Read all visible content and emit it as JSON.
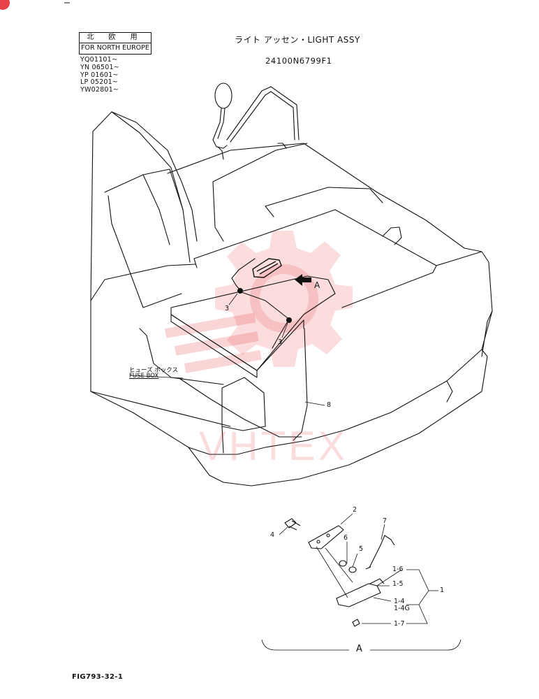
{
  "header": {
    "region_jp": "北 欧 用",
    "region_en": "FOR NORTH EUROPE",
    "serials": [
      "YQ01101~",
      "YN 06501~",
      "YP 01601~",
      "LP 05201~",
      "YW02801~"
    ],
    "title": "ライト アッセン・LIGHT ASSY",
    "part_number": "24100N6799F1"
  },
  "view_a_arrow_label": "A",
  "fuse_box_jp": "ヒューズ ボックス",
  "fuse_box_en": "FUSE BOX",
  "callouts_main": [
    "3",
    "3",
    "8"
  ],
  "detail": {
    "callouts": [
      "2",
      "4",
      "6",
      "5",
      "7",
      "1-6",
      "1-5",
      "1",
      "1-4",
      "1-4G",
      "1-7"
    ],
    "view_label": "A"
  },
  "footer": {
    "figure_id": "FIG793-32-1"
  },
  "watermark": {
    "text": "VHTEX",
    "color": "#e8434a"
  },
  "colors": {
    "line": "#111111",
    "watermark": "#e8434a"
  }
}
